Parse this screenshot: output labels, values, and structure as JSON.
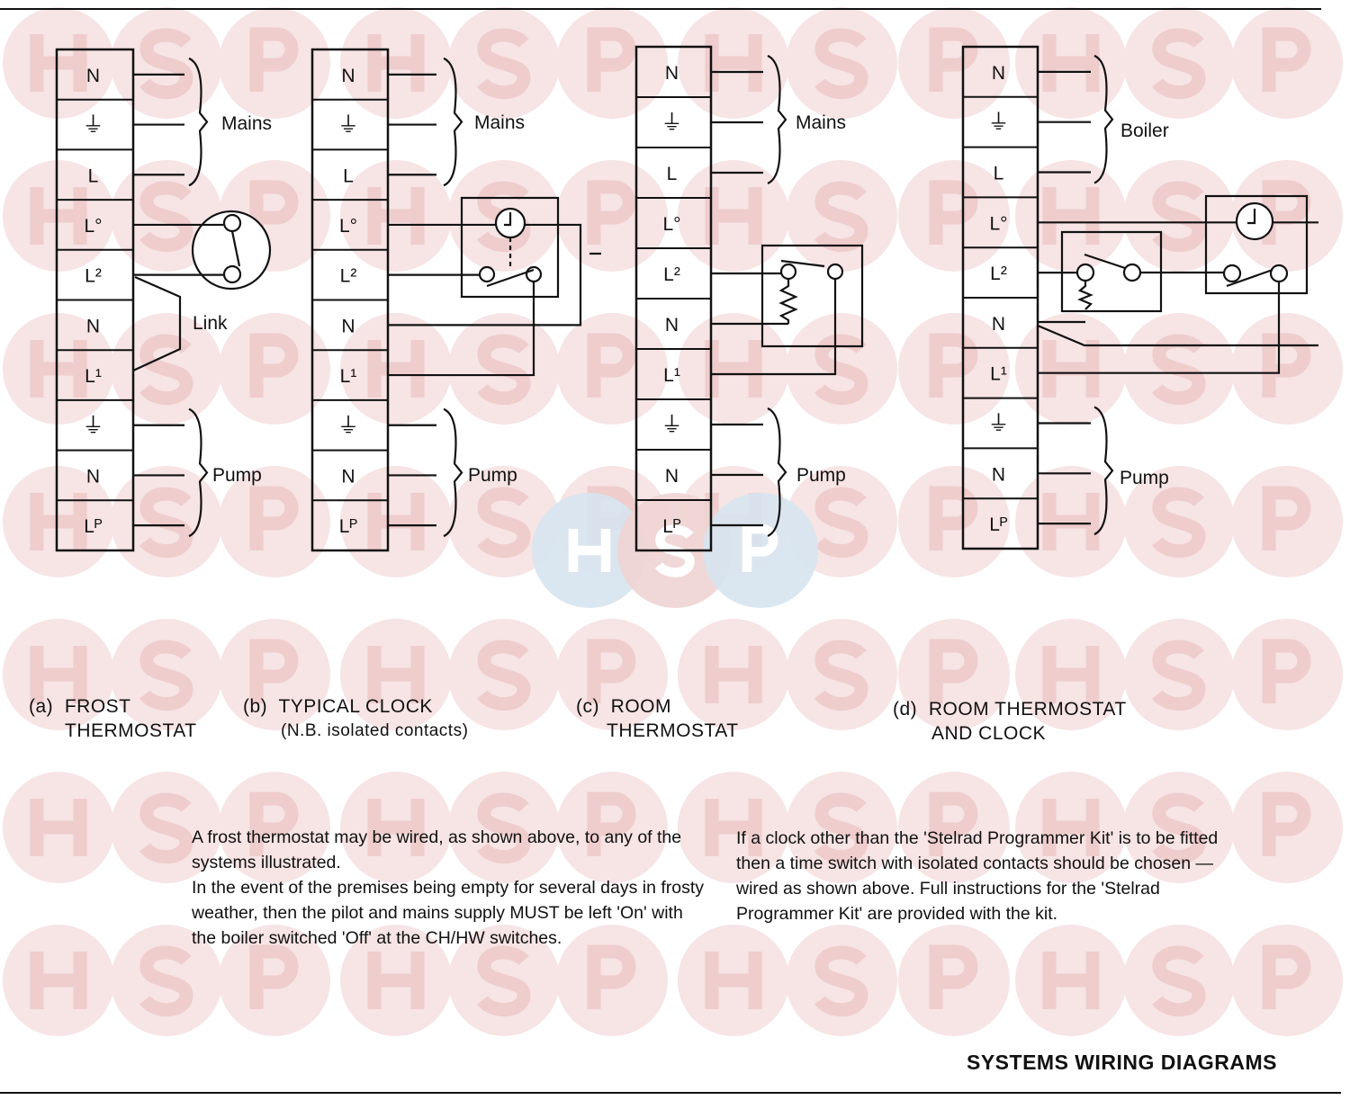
{
  "watermark": {
    "letters": [
      "H",
      "S",
      "P"
    ],
    "circle_color": "#f7e4e4",
    "letter_color": "#efcdcd"
  },
  "terminals": [
    "N",
    "⏚",
    "L",
    "L°",
    "L²",
    "N",
    "L¹",
    "⏚",
    "N",
    "Lᴾ"
  ],
  "diagrams": [
    {
      "id": "a",
      "top_group": "Mains",
      "bottom_group": "Pump",
      "link_label": "Link",
      "caption_prefix": "(a)",
      "caption_line1": "FROST",
      "caption_line2": "THERMOSTAT"
    },
    {
      "id": "b",
      "top_group": "Mains",
      "bottom_group": "Pump",
      "caption_prefix": "(b)",
      "caption_line1": "TYPICAL CLOCK",
      "caption_line2": "(N.B. isolated contacts)"
    },
    {
      "id": "c",
      "top_group": "Mains",
      "bottom_group": "Pump",
      "caption_prefix": "(c)",
      "caption_line1": "ROOM",
      "caption_line2": "THERMOSTAT"
    },
    {
      "id": "d",
      "top_group": "Boiler",
      "bottom_group": "Pump",
      "caption_prefix": "(d)",
      "caption_line1": "ROOM THERMOSTAT",
      "caption_line2": "AND CLOCK"
    }
  ],
  "notes": {
    "left": [
      "A frost thermostat may be wired, as shown above, to any of the systems illustrated.",
      "In the event of the premises being empty for several days in frosty weather, then the pilot and mains supply MUST be left 'On' with the boiler switched 'Off' at the CH/HW switches."
    ],
    "right": "If a clock other than the 'Stelrad Programmer Kit' is to be fitted then a time switch with isolated contacts should be chosen — wired as shown above. Full instructions for the 'Stelrad Programmer Kit' are provided with the kit."
  },
  "title": "SYSTEMS WIRING DIAGRAMS"
}
